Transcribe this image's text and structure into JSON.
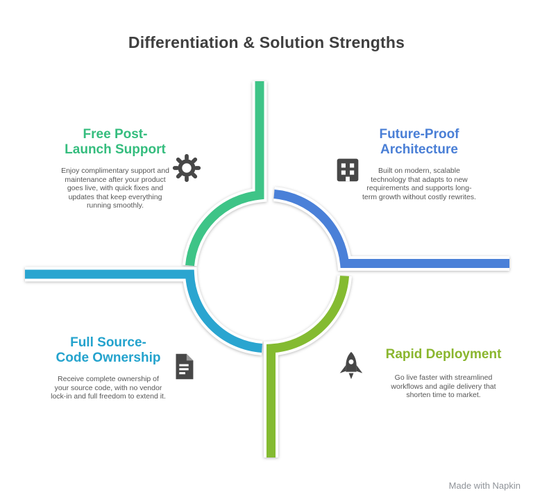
{
  "title": "Differentiation & Solution Strengths",
  "watermark": "Made with Napkin",
  "colors": {
    "green": "#3ec487",
    "blue": "#4a80d8",
    "teal": "#2aa5d0",
    "lime": "#84bb31",
    "casing": "#ffffff",
    "title_text": "#3f3f3f",
    "body_text": "#565656",
    "icon": "#474747"
  },
  "quadrants": [
    {
      "id": "top-left",
      "heading_line1": "Free Post-",
      "heading_line2": "Launch Support",
      "heading_color": "#35bd7e",
      "icon": "gear-icon",
      "body": "Enjoy complimentary support and maintenance after your product goes live, with quick fixes and updates that keep everything running smoothly."
    },
    {
      "id": "top-right",
      "heading_line1": "Future-Proof",
      "heading_line2": "Architecture",
      "heading_color": "#4a7fd6",
      "icon": "building-icon",
      "body": "Built on modern, scalable technology that adapts to new requirements and supports long-term growth without costly rewrites."
    },
    {
      "id": "bottom-left",
      "heading_line1": "Full Source-",
      "heading_line2": "Code Ownership",
      "heading_color": "#24a3cd",
      "icon": "document-icon",
      "body": "Receive complete ownership of your source code, with no vendor lock-in and full freedom to extend it."
    },
    {
      "id": "bottom-right",
      "heading_line1": "Rapid Deployment",
      "heading_line2": "",
      "heading_color": "#8ab62e",
      "icon": "rocket-icon",
      "body": "Go live faster with streamlined workflows and agile delivery that shorten time to market."
    }
  ]
}
